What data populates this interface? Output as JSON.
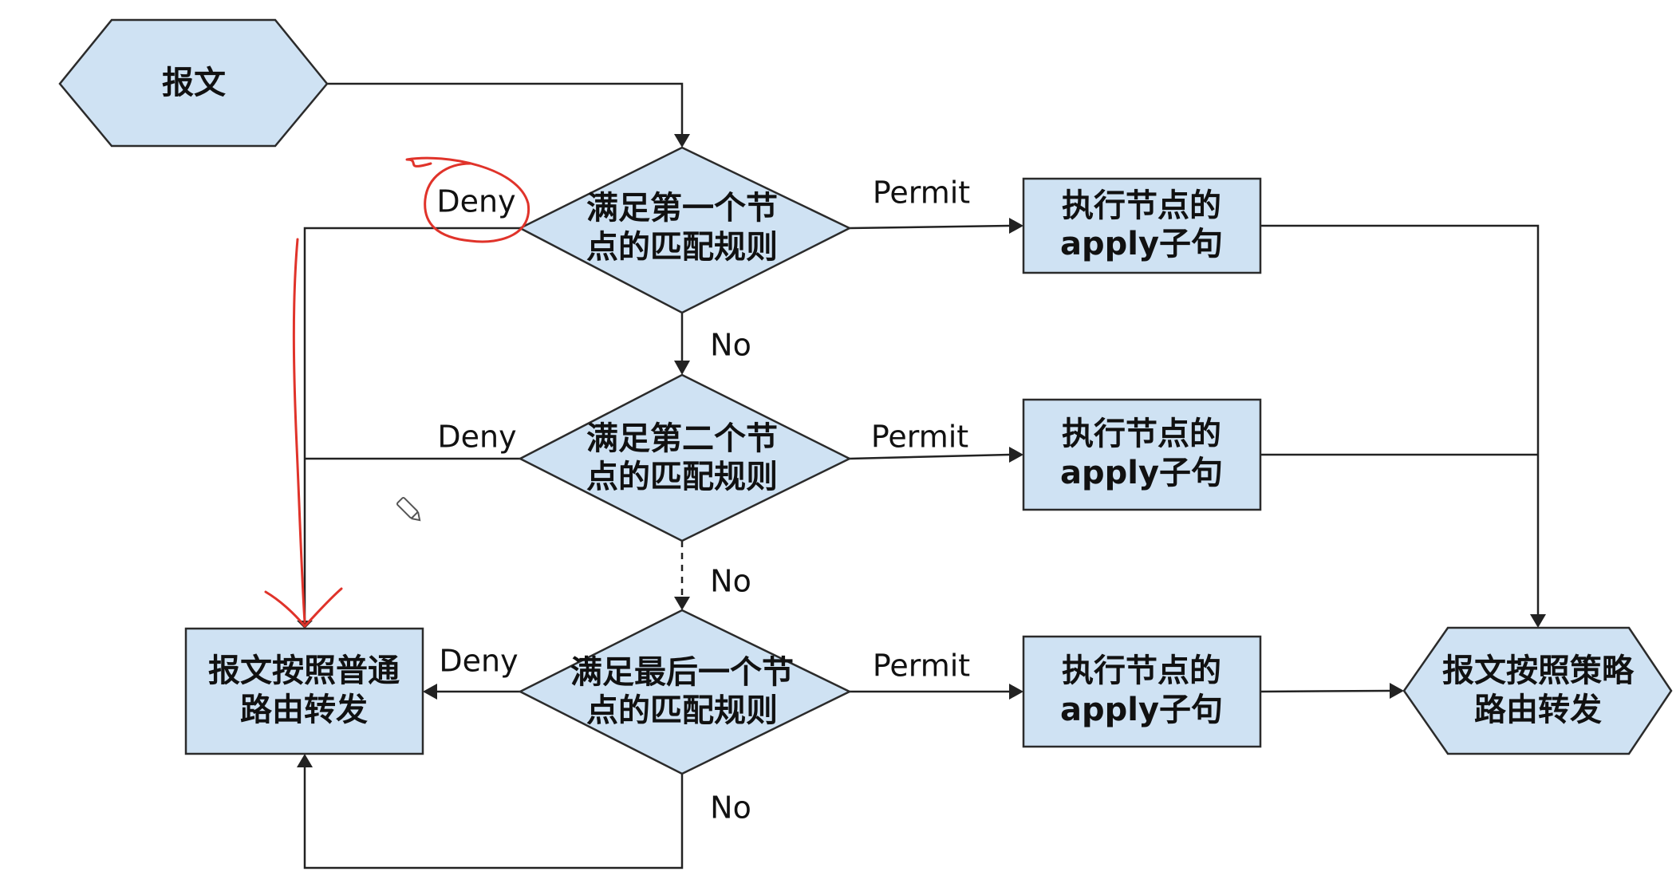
{
  "nodes": {
    "start": "报文",
    "match1": [
      "满足第一个节",
      "点的匹配规则"
    ],
    "match2": [
      "满足第二个节",
      "点的匹配规则"
    ],
    "match_last": [
      "满足最后一个节",
      "点的匹配规则"
    ],
    "apply1": [
      "执行节点的",
      "apply子句"
    ],
    "apply2": [
      "执行节点的",
      "apply子句"
    ],
    "apply3": [
      "执行节点的",
      "apply子句"
    ],
    "normal_route": [
      "报文按照普通",
      "路由转发"
    ],
    "policy_route": [
      "报文按照策略",
      "路由转发"
    ]
  },
  "edges": {
    "deny1": "Deny",
    "deny2": "Deny",
    "deny3": "Deny",
    "permit1": "Permit",
    "permit2": "Permit",
    "permit3": "Permit",
    "no1": "No",
    "no2": "No",
    "no3": "No"
  },
  "colors": {
    "shape_fill": "#cfe2f3",
    "annotation": "#e0332a"
  },
  "icons": {
    "cursor": "pencil-icon"
  }
}
